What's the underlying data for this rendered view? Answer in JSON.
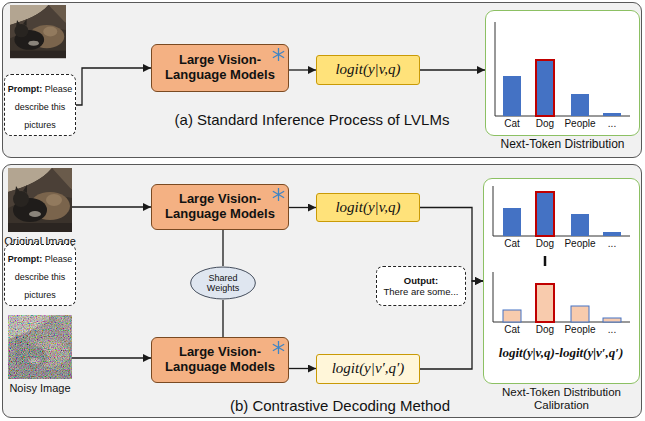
{
  "diagram": {
    "nodes": [
      {
        "text": [
          "(a) Standard Inference Process of LVLMs"
        ]
      },
      {
        "text": [
          "Prompt:",
          "Please describe this pictures"
        ],
        "in": 0
      },
      {
        "text": [
          "Large Vision-Language Models"
        ],
        "in": 0
      },
      {
        "text": [
          "logit(y|v,q)"
        ],
        "in": 0
      },
      {
        "text": [
          "Cat",
          "Dog",
          "People",
          "...",
          "Next-Token Distribution"
        ],
        "in": 0
      },
      {
        "text": [
          "(b) Contrastive Decoding Method"
        ]
      },
      {
        "text": [
          "Original Image"
        ],
        "in": 5
      },
      {
        "text": [
          "Prompt:",
          "Please describe this pictures"
        ],
        "in": 5
      },
      {
        "text": [
          "Noisy Image"
        ],
        "in": 5
      },
      {
        "text": [
          "Large Vision-Language Models"
        ],
        "in": 5
      },
      {
        "text": [
          "Shared Weights"
        ],
        "in": 5
      },
      {
        "text": [
          "Large Vision-Language Models"
        ],
        "in": 5
      },
      {
        "text": [
          "logit(y|v,q)"
        ],
        "in": 5
      },
      {
        "text": [
          "logit(y|v′,q′)"
        ],
        "in": 5
      },
      {
        "text": [
          "Output:",
          "There are some..."
        ],
        "in": 5
      },
      {
        "text": [
          "Cat",
          "Dog",
          "People",
          "...",
          "Cat",
          "Dog",
          "People",
          "...",
          "logit(y|v,q)-logit(y|v′,q′)",
          "Next-Token Distribution Calibration"
        ],
        "in": 5
      }
    ],
    "edges": [
      {
        "from": 1,
        "to": 2,
        "arrow": "to"
      },
      {
        "from": 2,
        "to": 3,
        "arrow": "to"
      },
      {
        "from": 3,
        "to": 4,
        "arrow": "to"
      },
      {
        "from": 6,
        "to": 9,
        "arrow": "to"
      },
      {
        "from": 8,
        "to": 11,
        "arrow": "to"
      },
      {
        "from": 9,
        "to": 12,
        "arrow": "to"
      },
      {
        "from": 11,
        "to": 13,
        "arrow": "to"
      },
      {
        "from": 9,
        "to": 10,
        "arrow": "none"
      },
      {
        "from": 10,
        "to": 11,
        "arrow": "none"
      },
      {
        "from": 12,
        "to": 15,
        "arrow": "to"
      },
      {
        "from": 13,
        "to": 15,
        "arrow": "to"
      }
    ]
  }
}
